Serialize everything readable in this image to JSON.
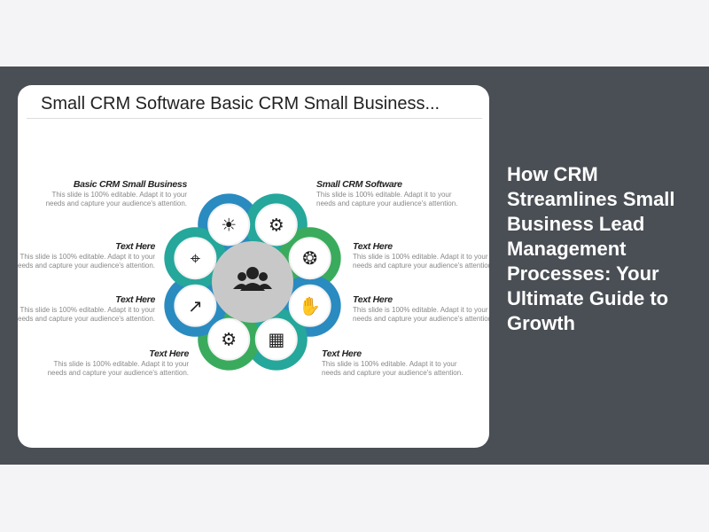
{
  "article": {
    "headline": "How CRM Streamlines Small Business Lead Management Processes: Your Ultimate Guide to Growth"
  },
  "slide": {
    "title": "Small CRM Software Basic CRM Small Business...",
    "body_text": "This slide is 100% editable. Adapt it to your needs and capture your audience's attention.",
    "blocks": [
      {
        "heading": "Basic CRM Small Business"
      },
      {
        "heading": "Small CRM Software"
      },
      {
        "heading": "Text Here"
      },
      {
        "heading": "Text Here"
      },
      {
        "heading": "Text Here"
      },
      {
        "heading": "Text Here"
      },
      {
        "heading": "Text Here"
      },
      {
        "heading": "Text Here"
      }
    ],
    "center_icon": "team-icon",
    "ring_icons": [
      "lightbulb-idea-icon",
      "gear-icon",
      "lightbulb-icon",
      "handshake-icon",
      "building-icon",
      "settings-gear-icon",
      "growth-chart-icon",
      "target-icon"
    ],
    "colors": {
      "blue": "#2a8bc0",
      "teal": "#25a79b",
      "green": "#3aab5d",
      "center": "#c8c8c8",
      "hub": "#e2e2e2"
    }
  }
}
